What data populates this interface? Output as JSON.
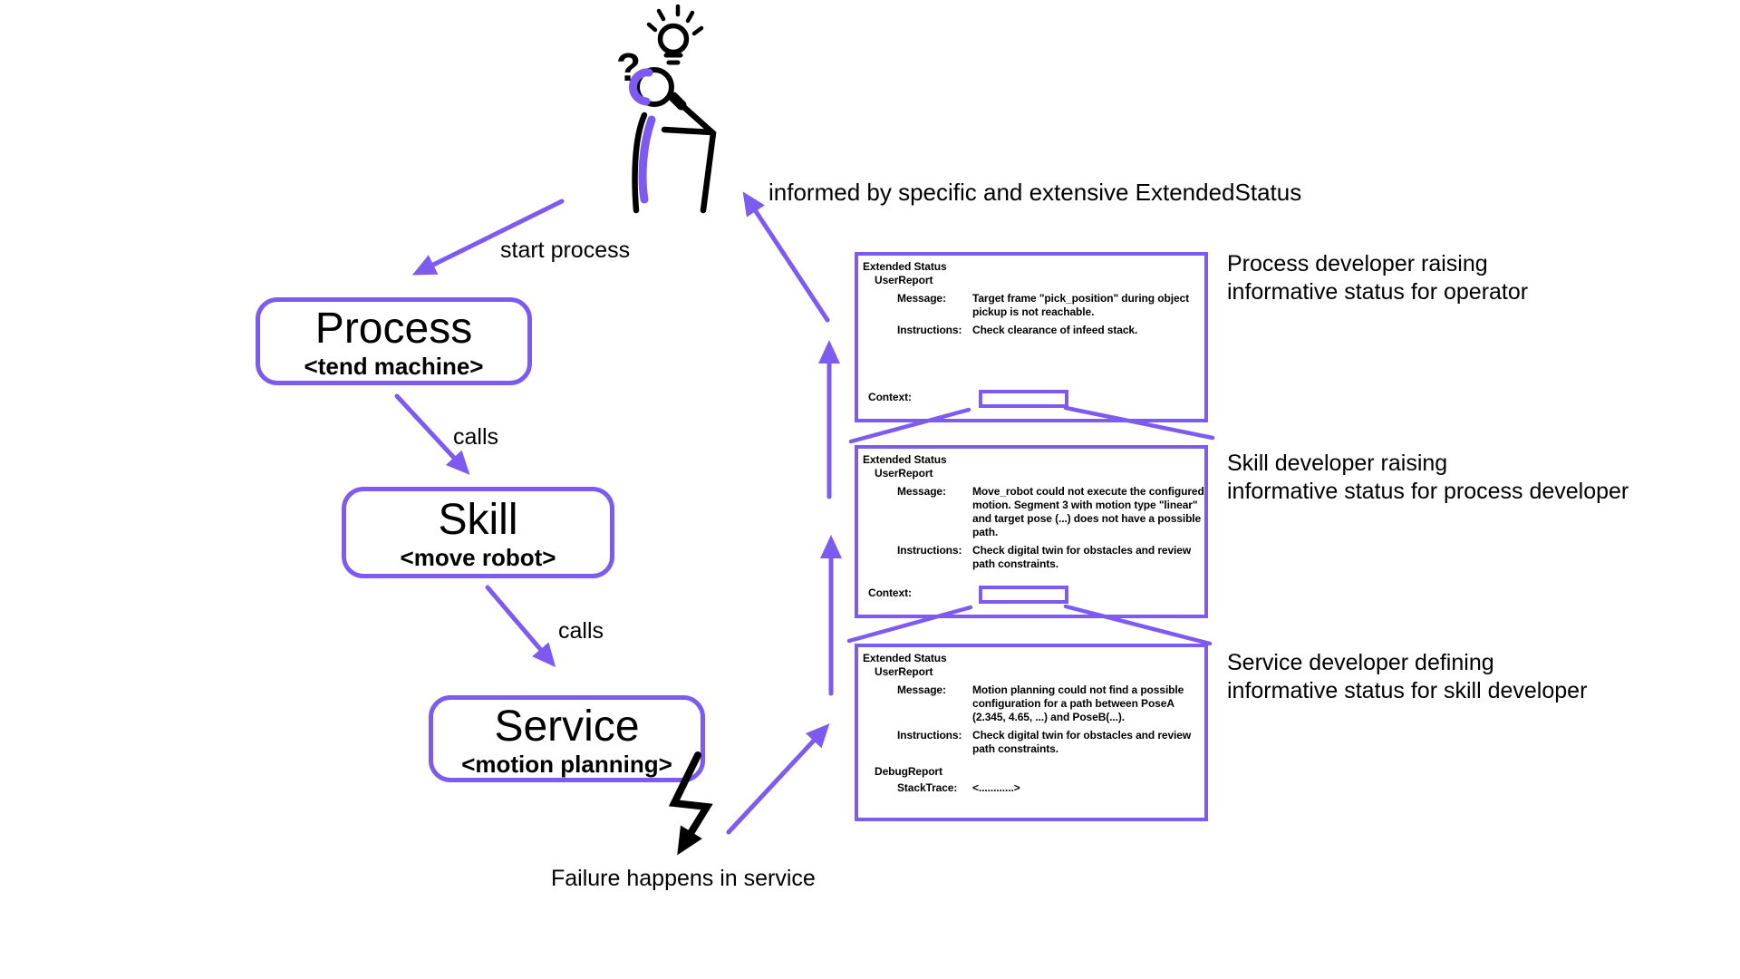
{
  "colors": {
    "accent": "#7D5BF1",
    "ink": "#000000",
    "background": "#FFFFFF"
  },
  "header": {
    "informed_text": "informed by specific and extensive ExtendedStatus"
  },
  "flow": {
    "start_label": "start process",
    "calls_label_1": "calls",
    "calls_label_2": "calls",
    "failure_label": "Failure happens in service",
    "question_mark": "?",
    "nodes": [
      {
        "title": "Process",
        "subtitle": "<tend machine>"
      },
      {
        "title": "Skill",
        "subtitle": "<move robot>"
      },
      {
        "title": "Service",
        "subtitle": "<motion planning>"
      }
    ]
  },
  "icons": {
    "person": "thinking-person-icon",
    "idea": "lightbulb-icon",
    "failure": "lightning-bolt-icon"
  },
  "status_boxes": [
    {
      "header": "Extended Status",
      "section": "UserReport",
      "message_label": "Message:",
      "message": "Target frame \"pick_position\" during object pickup is not reachable.",
      "instructions_label": "Instructions:",
      "instructions": "Check clearance of infeed stack.",
      "context_label": "Context:",
      "annotation_line1": "Process developer raising",
      "annotation_line2": "informative status for operator"
    },
    {
      "header": "Extended Status",
      "section": "UserReport",
      "message_label": "Message:",
      "message": "Move_robot could not execute the configured motion. Segment 3 with motion type \"linear\" and target pose (...) does not have a possible path.",
      "instructions_label": "Instructions:",
      "instructions": "Check digital twin for obstacles and review path constraints.",
      "context_label": "Context:",
      "annotation_line1": "Skill developer raising",
      "annotation_line2": "informative status for process developer"
    },
    {
      "header": "Extended Status",
      "section": "UserReport",
      "message_label": "Message:",
      "message": "Motion planning could not find a possible configuration for a path between PoseA (2.345, 4.65, ...) and PoseB(...).",
      "instructions_label": "Instructions:",
      "instructions": "Check digital twin for obstacles and review path constraints.",
      "debug_section": "DebugReport",
      "stacktrace_label": "StackTrace:",
      "stacktrace": "<............>",
      "annotation_line1": "Service developer defining",
      "annotation_line2": "informative status for skill developer"
    }
  ]
}
